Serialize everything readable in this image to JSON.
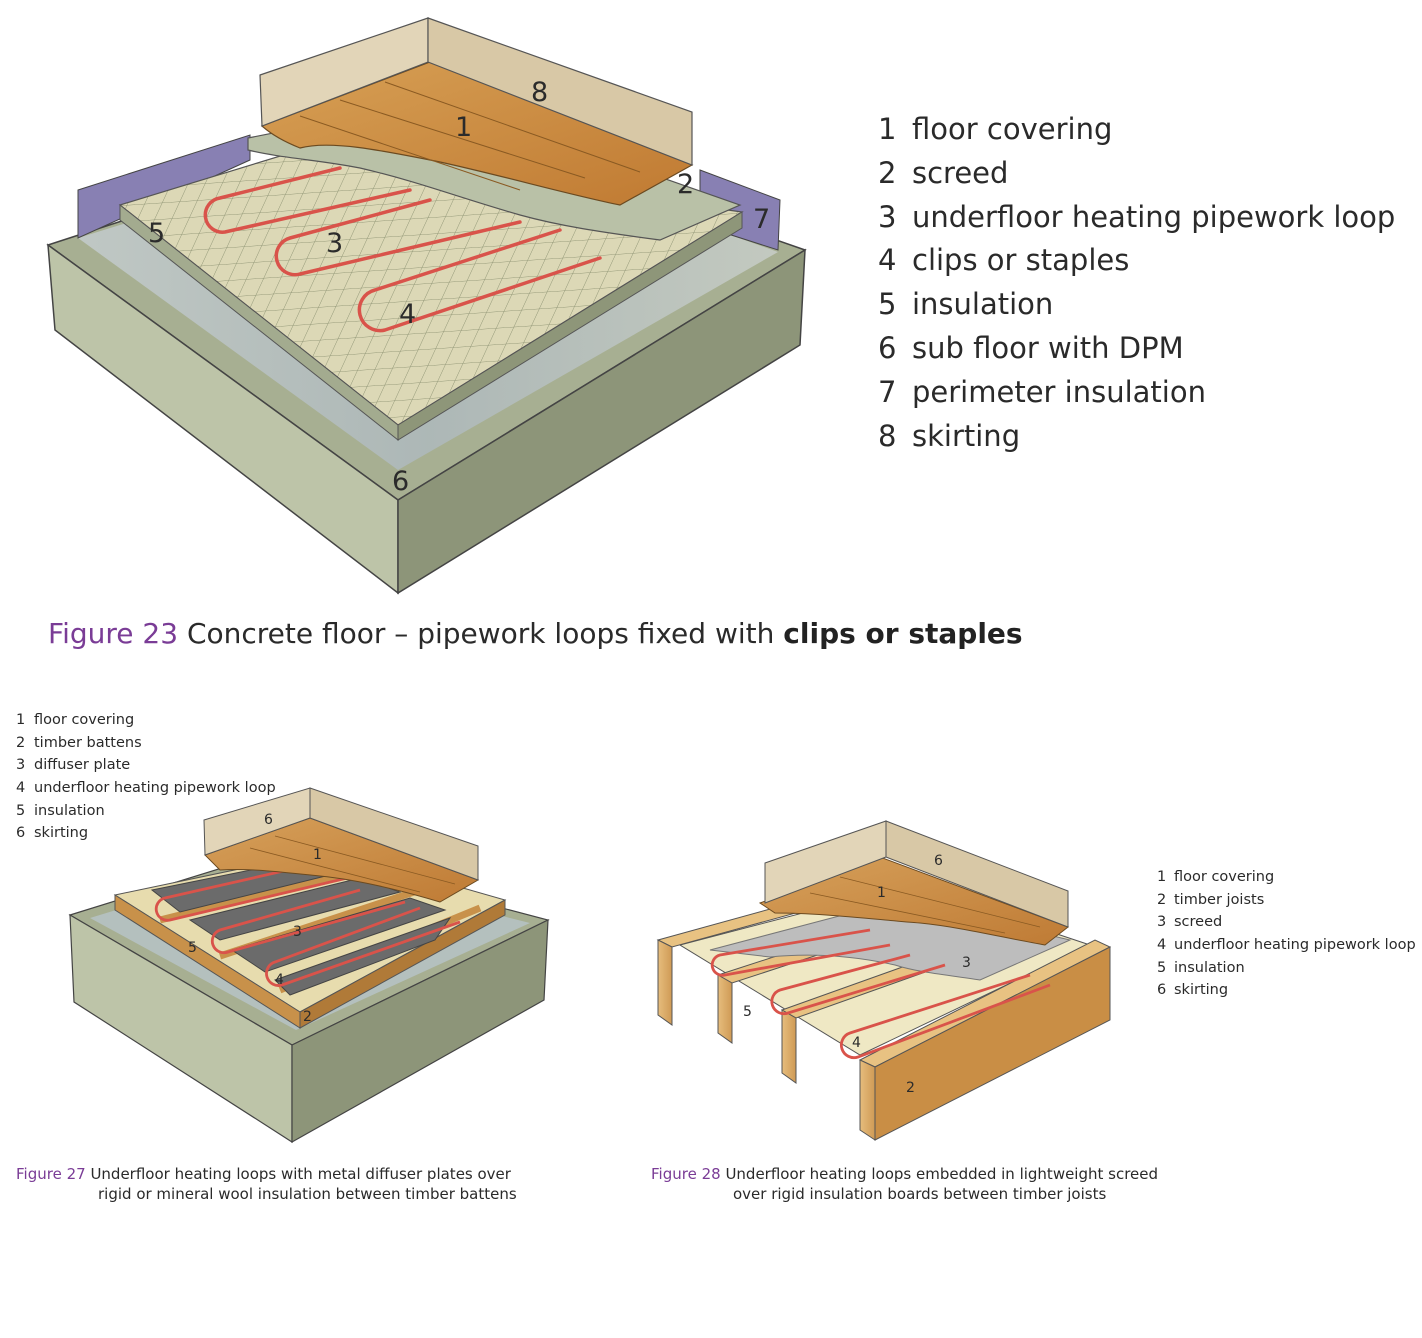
{
  "figure23": {
    "callouts": [
      "1",
      "2",
      "3",
      "4",
      "5",
      "6",
      "7",
      "8"
    ],
    "legend": [
      {
        "num": "1",
        "label": "floor covering"
      },
      {
        "num": "2",
        "label": "screed"
      },
      {
        "num": "3",
        "label": "underfloor heating pipework loop"
      },
      {
        "num": "4",
        "label": "clips or staples"
      },
      {
        "num": "5",
        "label": "insulation"
      },
      {
        "num": "6",
        "label": "sub floor with DPM"
      },
      {
        "num": "7",
        "label": "perimeter insulation"
      },
      {
        "num": "8",
        "label": "skirting"
      }
    ],
    "caption": {
      "figure_label": "Figure 23",
      "text": "Concrete floor – pipework loops fixed with",
      "bold": "clips or staples"
    }
  },
  "figure27": {
    "callouts": [
      "1",
      "2",
      "3",
      "4",
      "5",
      "6"
    ],
    "legend": [
      {
        "num": "1",
        "label": "floor covering"
      },
      {
        "num": "2",
        "label": "timber battens"
      },
      {
        "num": "3",
        "label": "diffuser plate"
      },
      {
        "num": "4",
        "label": "underfloor heating pipework loop"
      },
      {
        "num": "5",
        "label": "insulation"
      },
      {
        "num": "6",
        "label": "skirting"
      }
    ],
    "caption": {
      "figure_label": "Figure 27",
      "line1": "Underfloor heating loops with metal diffuser plates over",
      "line2": "rigid or mineral wool insulation between timber battens"
    }
  },
  "figure28": {
    "callouts": [
      "1",
      "2",
      "3",
      "4",
      "5",
      "6"
    ],
    "legend": [
      {
        "num": "1",
        "label": "floor covering"
      },
      {
        "num": "2",
        "label": "timber joists"
      },
      {
        "num": "3",
        "label": "screed"
      },
      {
        "num": "4",
        "label": "underfloor heating pipework loop"
      },
      {
        "num": "5",
        "label": "insulation"
      },
      {
        "num": "6",
        "label": "skirting"
      }
    ],
    "caption": {
      "figure_label": "Figure 28",
      "line1": "Underfloor heating loops embedded in lightweight screed",
      "line2": "over rigid insulation boards between timber joists"
    }
  },
  "colors": {
    "caption_label": "#7a3c96",
    "pipe": "#d9534a",
    "slab_top": "#a5ae90",
    "slab_front": "#bcc3a7",
    "slab_side": "#8c9478",
    "insulation_tile": "#d9d6b4",
    "screed": "#b9c1a7",
    "timber": "#c8873e",
    "skirting": "#e2d5b8",
    "perimeter_insulation": "#8a82b4",
    "diffuser_plate": "#6b6b6b",
    "joist": "#dfb272",
    "grey_screed": "#bdbdbd"
  }
}
